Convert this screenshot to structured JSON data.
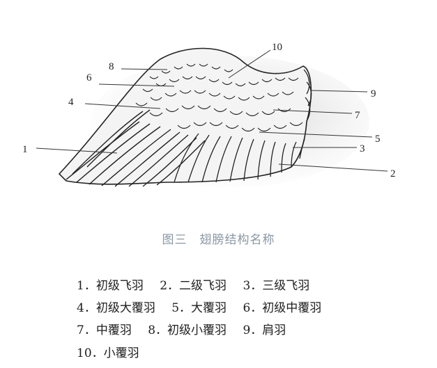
{
  "labels": [
    "1",
    "2",
    "3",
    "4",
    "5",
    "6",
    "7",
    "8",
    "9",
    "10"
  ],
  "caption": "图三　翅膀结构名称",
  "legend": [
    [
      "1．初级飞羽",
      "2．二级飞羽",
      "3．三级飞羽"
    ],
    [
      "4．初级大覆羽",
      "5．大覆羽",
      "6．初级中覆羽"
    ],
    [
      "7．中覆羽",
      "8．初级小覆羽",
      "9．肩羽"
    ],
    [
      "10．小覆羽"
    ]
  ]
}
